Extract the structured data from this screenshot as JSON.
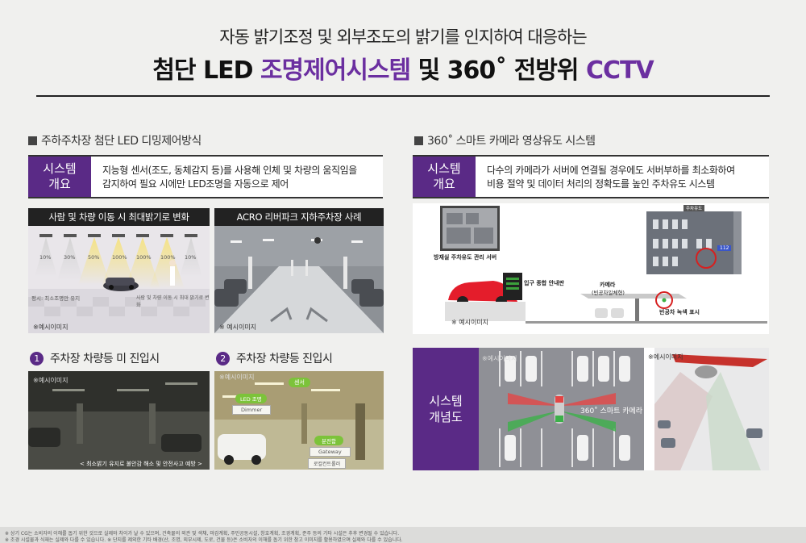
{
  "header": {
    "subtitle": "자동 밝기조정 및 외부조도의 밝기를 인지하여 대응하는",
    "title_part1": "첨단 LED ",
    "title_part2": "조명제어시스템",
    "title_part3": " 및 360˚ 전방위 ",
    "title_part4": "CCTV"
  },
  "left": {
    "section_title": "주하주차장 첨단 LED 디밍제어방식",
    "tag_line1": "시스템",
    "tag_line2": "개요",
    "desc_line1": "지능형 센서(조도, 동체감지 등)를 사용해 인체 및 차량의 움직임을",
    "desc_line2": "감지하여 필요 시에만 LED조명을 자동으로 제어",
    "photo1": {
      "caption": "사람 및 차량 이동 시 최대밝기로 변화",
      "levels": [
        "10%",
        "30%",
        "50%",
        "100%",
        "100%",
        "100%",
        "10%"
      ],
      "note_left": "평시: 최소조명만 유지",
      "note_right": "사람 및 차량 이동 시 최대 밝기로 변화",
      "example": "※예시이미지"
    },
    "photo2": {
      "caption": "ACRO 리버파크 지하주차장 사례",
      "example": "※ 예시이미지"
    },
    "step1": {
      "num": "1",
      "title": "주차장 차량등 미 진입시",
      "example": "※예시이미지",
      "note": "< 최소밝기 유지로 불안감 해소 및 안전사고 예방 >"
    },
    "step2": {
      "num": "2",
      "title": "주차장 차량등 진입시",
      "example": "※예시이미지",
      "sensor": "센서",
      "led": "LED 조명",
      "dimmer": "Dimmer",
      "distributor": "분전함",
      "gateway": "Gateway",
      "controller": "로컬컨트롤러"
    }
  },
  "right": {
    "section_title": "360˚ 스마트 카메라 영상유도 시스템",
    "tag_line1": "시스템",
    "tag_line2": "개요",
    "desc_line1": "다수의 카메라가 서버에 연결될 경우에도 서버부하를 최소화하여",
    "desc_line2": "비용 절약 및 데이터 처리의 정확도를 높인 주차유도 시스템",
    "diagram": {
      "server_label": "방재실 주차유도 관리 서버",
      "panel_label": "입구 종합 안내판",
      "camera_label": "카메라",
      "camera_sub": "(빈공차일체형)",
      "empty_label": "빈공차 녹색 표시",
      "guide_label": "주차유도",
      "badge": "112",
      "example": "※ 예시이미지"
    },
    "concept": {
      "tag_line1": "시스템",
      "tag_line2": "개념도",
      "camera_label": "360˚ 스마트 카메라",
      "example1": "※예시이미지",
      "example2": "※예시이미지"
    }
  },
  "footer": {
    "line1": "※ 상기 CG는 소비자의 이해를 돕기 위한 것으로 실제와 차이가 날 수 있으며, 건축물의 외관 및 색채, 마감계획, 주민공동시설, 창호계획, 조경계획, 준주 등의 기타 시설은 추후 변경될 수 있습니다.",
    "line2": "※ 조경 시설물과 식재는 실제와 다를 수 있습니다. ※ 단지를 제외한 기타 배경(산, 조명, 외부시제, 도로, 건물 등)은 소비자의 이해를 돕기 위한 참고 이미지를 활용하였으며 실제와 다를 수 있습니다."
  },
  "colors": {
    "accent": "#5a2a86",
    "title_purple": "#6b2fa0",
    "bg": "#f0f0ee"
  }
}
